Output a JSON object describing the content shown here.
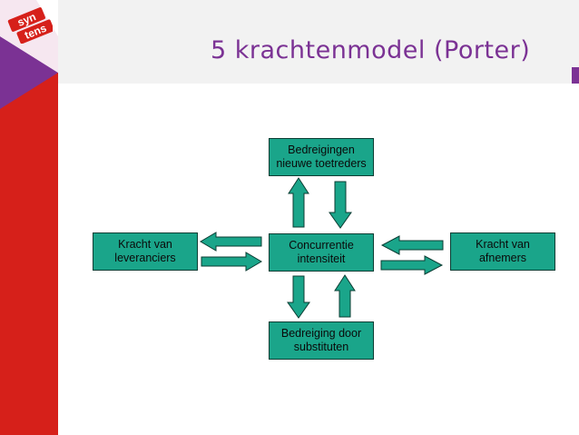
{
  "slide": {
    "title": "5 krachtenmodel (Porter)",
    "logo_text_line1": "syn",
    "logo_text_line2": "tens"
  },
  "colors": {
    "brand_purple": "#7b3294",
    "brand_red": "#d6201a",
    "box_fill": "#1aa58a",
    "box_border": "#0b3d33",
    "arrow_fill": "#1aa58a"
  },
  "diagram": {
    "nodes": {
      "top": "Bedreigingen\nnieuwe toetreders",
      "center": "Concurrentie\nintensiteit",
      "left": "Kracht van\nleveranciers",
      "right": "Kracht van\nafnemers",
      "bottom": "Bedreiging door\nsubstituten"
    }
  }
}
